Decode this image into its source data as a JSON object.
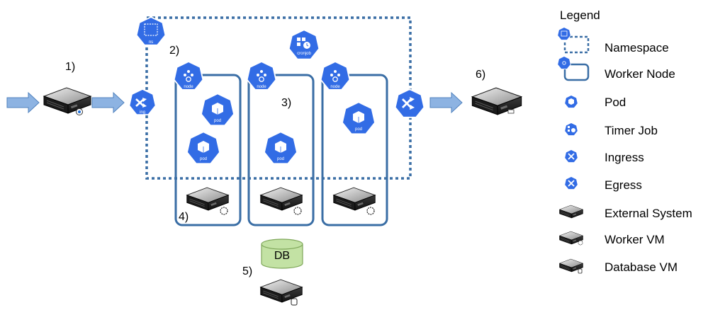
{
  "steps": {
    "s1": "1)",
    "s2": "2)",
    "s3": "3)",
    "s4": "4)",
    "s5": "5)",
    "s6": "6)"
  },
  "icons": {
    "ns": "ns",
    "cronjob": "cronjob",
    "node": "node",
    "pod": "pod",
    "ing": "ing"
  },
  "db_label": "DB",
  "legend": {
    "title": "Legend",
    "items": {
      "namespace": "Namespace",
      "worker_node": "Worker Node",
      "pod": "Pod",
      "timer_job": "Timer Job",
      "ingress": "Ingress",
      "egress": "Egress",
      "external_system": "External System",
      "worker_vm": "Worker VM",
      "database_vm": "Database VM"
    }
  },
  "colors": {
    "k8s_blue": "#326CE5",
    "frame_blue": "#3A6EA5",
    "arrow_fill": "#8DB3E2",
    "arrow_stroke": "#4F81BD",
    "db_fill": "#C3E2A4",
    "db_stroke": "#7FA75A"
  }
}
